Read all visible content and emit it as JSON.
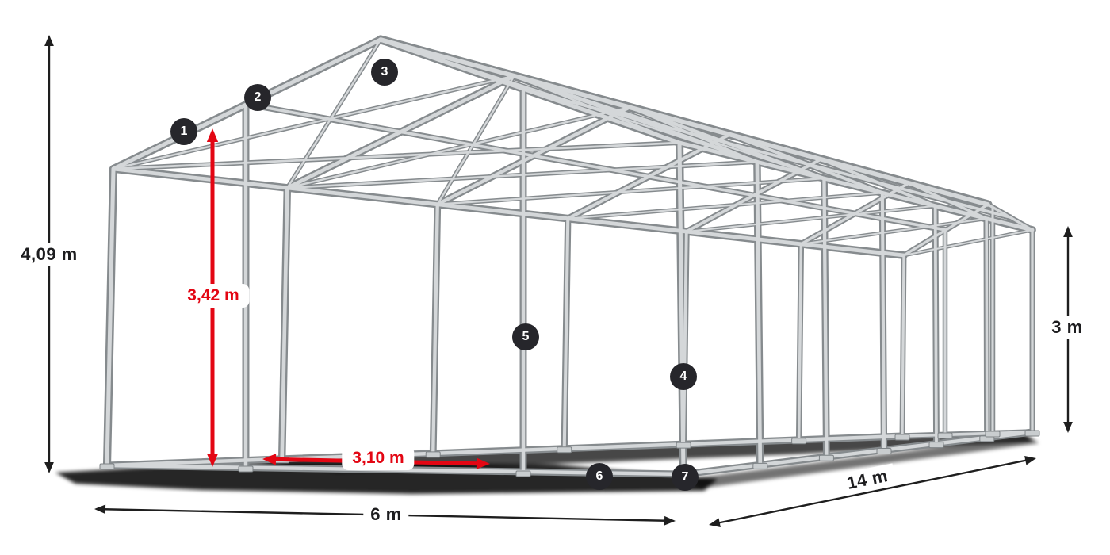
{
  "diagram": {
    "description": "Tent steel frame wireframe with dimension annotations"
  },
  "dimensions": {
    "total_height": {
      "label": "4,09 m",
      "color": "black",
      "orientation": "vertical",
      "position": "left"
    },
    "side_height": {
      "label": "3 m",
      "color": "black",
      "orientation": "vertical",
      "position": "right"
    },
    "width": {
      "label": "6 m",
      "color": "black",
      "orientation": "horizontal",
      "position": "bottom-left"
    },
    "length": {
      "label": "14 m",
      "color": "black",
      "orientation": "diagonal",
      "position": "bottom-right"
    },
    "clearance_height": {
      "label": "3,42 m",
      "color": "red",
      "orientation": "vertical",
      "position": "inner-left"
    },
    "passage_width": {
      "label": "3,10 m",
      "color": "red",
      "orientation": "horizontal",
      "position": "inner-bottom"
    }
  },
  "markers": [
    {
      "number": "1"
    },
    {
      "number": "2"
    },
    {
      "number": "3"
    },
    {
      "number": "4"
    },
    {
      "number": "5"
    },
    {
      "number": "6"
    },
    {
      "number": "7"
    }
  ],
  "colors": {
    "accent_red": "#e30613",
    "dimension_black": "#1e1e1e",
    "marker_bg": "#26262b",
    "marker_text": "#ffffff",
    "frame_light": "#d4d7d9",
    "frame_dark": "#868b8e",
    "plate_fill": "#c9cdcf",
    "plate_stroke": "#7e8386",
    "background": "#ffffff"
  }
}
